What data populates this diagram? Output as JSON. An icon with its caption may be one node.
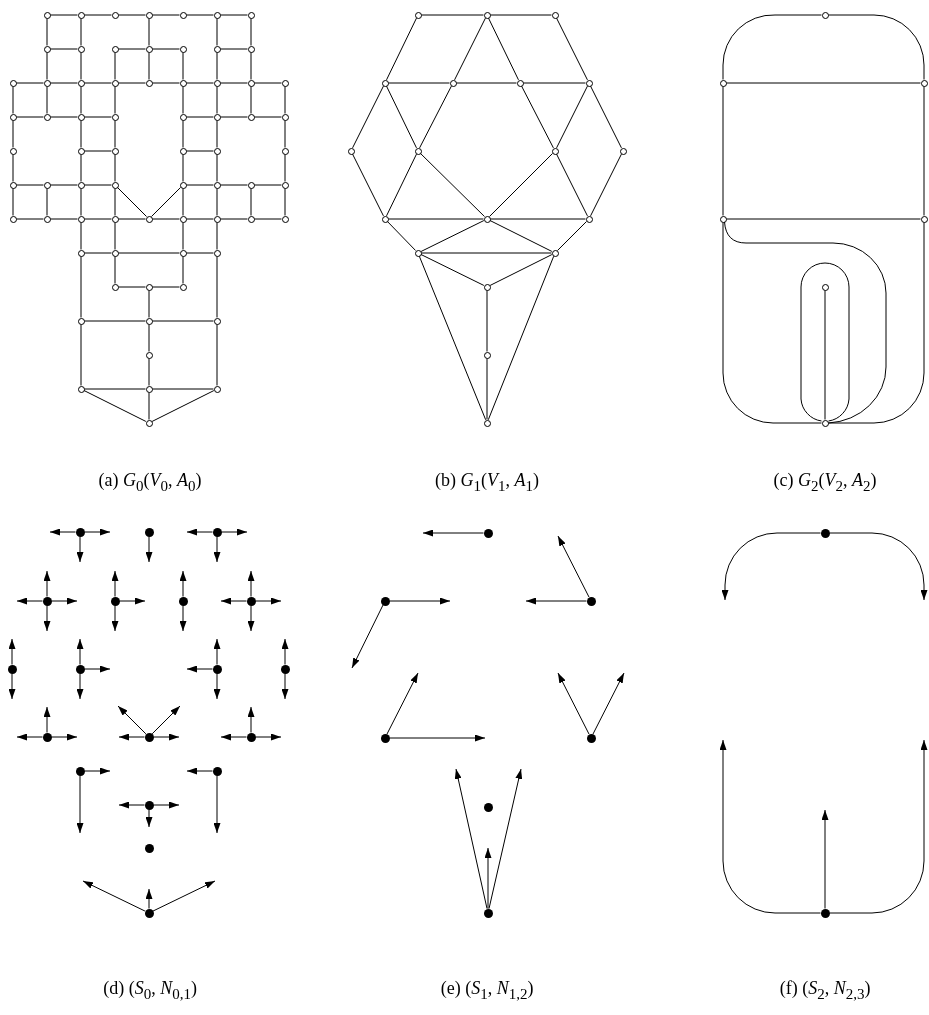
{
  "diagram": {
    "nodes": [
      {
        "text": [],
        "shape": "circle"
      },
      {
        "text": [],
        "shape": "circle"
      },
      {
        "text": [],
        "shape": "circle"
      },
      {
        "text": [],
        "shape": "circle"
      },
      {
        "text": [],
        "shape": "circle"
      },
      {
        "text": [],
        "shape": "circle"
      },
      {
        "text": [],
        "shape": "circle"
      },
      {
        "text": [],
        "shape": "circle"
      },
      {
        "text": [],
        "shape": "circle"
      },
      {
        "text": [],
        "shape": "circle"
      },
      {
        "text": [],
        "shape": "circle"
      },
      {
        "text": [],
        "shape": "circle"
      },
      {
        "text": [],
        "shape": "circle"
      },
      {
        "text": [],
        "shape": "circle"
      },
      {
        "text": [],
        "shape": "circle"
      },
      {
        "text": [],
        "shape": "circle"
      },
      {
        "text": [],
        "shape": "circle"
      },
      {
        "text": [],
        "shape": "circle"
      },
      {
        "text": [],
        "shape": "circle"
      },
      {
        "text": [],
        "shape": "circle"
      },
      {
        "text": [],
        "shape": "circle"
      },
      {
        "text": [],
        "shape": "circle"
      },
      {
        "text": [],
        "shape": "circle"
      },
      {
        "text": [],
        "shape": "circle"
      },
      {
        "text": [],
        "shape": "circle"
      },
      {
        "text": [],
        "shape": "circle"
      },
      {
        "text": [],
        "shape": "circle"
      },
      {
        "text": [],
        "shape": "circle"
      },
      {
        "text": [],
        "shape": "circle"
      },
      {
        "text": [],
        "shape": "circle"
      },
      {
        "text": [],
        "shape": "circle"
      },
      {
        "text": [],
        "shape": "circle"
      },
      {
        "text": [],
        "shape": "circle"
      },
      {
        "text": [],
        "shape": "circle"
      },
      {
        "text": [],
        "shape": "circle"
      },
      {
        "text": [],
        "shape": "circle"
      },
      {
        "text": [],
        "shape": "circle"
      },
      {
        "text": [],
        "shape": "circle"
      },
      {
        "text": [],
        "shape": "circle"
      },
      {
        "text": [],
        "shape": "circle"
      },
      {
        "text": [],
        "shape": "circle"
      },
      {
        "text": [],
        "shape": "circle"
      },
      {
        "text": [],
        "shape": "circle"
      },
      {
        "text": [],
        "shape": "circle"
      },
      {
        "text": [],
        "shape": "circle"
      },
      {
        "text": [],
        "shape": "circle"
      },
      {
        "text": [],
        "shape": "circle"
      },
      {
        "text": [],
        "shape": "circle"
      },
      {
        "text": [],
        "shape": "circle"
      },
      {
        "text": [],
        "shape": "circle"
      },
      {
        "text": [],
        "shape": "circle"
      },
      {
        "text": [],
        "shape": "circle"
      },
      {
        "text": [],
        "shape": "circle"
      },
      {
        "text": [],
        "shape": "circle"
      },
      {
        "text": [],
        "shape": "circle"
      },
      {
        "text": [],
        "shape": "circle"
      },
      {
        "text": [],
        "shape": "circle"
      },
      {
        "text": [],
        "shape": "circle"
      },
      {
        "text": [],
        "shape": "circle"
      },
      {
        "text": [],
        "shape": "circle"
      },
      {
        "text": [],
        "shape": "circle"
      },
      {
        "text": [],
        "shape": "circle"
      },
      {
        "text": [],
        "shape": "circle"
      },
      {
        "text": [],
        "shape": "circle"
      },
      {
        "text": [],
        "shape": "circle"
      },
      {
        "text": [],
        "shape": "circle"
      },
      {
        "text": [],
        "shape": "circle"
      },
      {
        "text": [],
        "shape": "circle"
      },
      {
        "text": [],
        "shape": "circle"
      },
      {
        "text": [],
        "shape": "circle"
      },
      {
        "text": [],
        "shape": "circle"
      },
      {
        "text": [],
        "shape": "circle"
      },
      {
        "text": [],
        "shape": "circle"
      },
      {
        "text": [],
        "shape": "circle"
      },
      {
        "text": [],
        "shape": "circle"
      },
      {
        "text": [],
        "shape": "circle"
      },
      {
        "text": [],
        "shape": "circle"
      },
      {
        "text": [],
        "shape": "circle"
      },
      {
        "text": [],
        "shape": "circle"
      },
      {
        "text": [],
        "shape": "circle"
      },
      {
        "text": [],
        "shape": "circle"
      },
      {
        "text": [],
        "shape": "circle"
      },
      {
        "text": [],
        "shape": "circle"
      },
      {
        "text": [],
        "shape": "circle"
      },
      {
        "text": [],
        "shape": "circle"
      },
      {
        "text": [],
        "shape": "circle"
      },
      {
        "text": [],
        "shape": "circle"
      },
      {
        "text": [],
        "shape": "circle"
      },
      {
        "text": [],
        "shape": "circle"
      },
      {
        "text": [],
        "shape": "circle"
      },
      {
        "text": [],
        "shape": "circle"
      },
      {
        "text": [],
        "shape": "circle"
      },
      {
        "text": [],
        "shape": "circle"
      },
      {
        "text": [],
        "shape": "circle"
      },
      {
        "text": [],
        "shape": "circle"
      },
      {
        "text": [],
        "shape": "dot"
      },
      {
        "text": [],
        "shape": "dot"
      },
      {
        "text": [],
        "shape": "dot"
      },
      {
        "text": [],
        "shape": "dot"
      },
      {
        "text": [],
        "shape": "dot"
      },
      {
        "text": [],
        "shape": "dot"
      },
      {
        "text": [],
        "shape": "dot"
      },
      {
        "text": [],
        "shape": "dot"
      },
      {
        "text": [],
        "shape": "dot"
      },
      {
        "text": [],
        "shape": "dot"
      },
      {
        "text": [],
        "shape": "dot"
      },
      {
        "text": [],
        "shape": "dot"
      },
      {
        "text": [],
        "shape": "dot"
      },
      {
        "text": [],
        "shape": "dot"
      },
      {
        "text": [],
        "shape": "dot"
      },
      {
        "text": [],
        "shape": "dot"
      },
      {
        "text": [],
        "shape": "dot"
      },
      {
        "text": [],
        "shape": "dot"
      },
      {
        "text": [],
        "shape": "dot"
      },
      {
        "text": [],
        "shape": "dot"
      },
      {
        "text": [],
        "shape": "dot"
      },
      {
        "text": [],
        "shape": "dot"
      },
      {
        "text": [],
        "shape": "dot"
      },
      {
        "text": [],
        "shape": "dot"
      },
      {
        "text": [],
        "shape": "dot"
      },
      {
        "text": [],
        "shape": "dot"
      },
      {
        "text": [],
        "shape": "dot"
      },
      {
        "text": [],
        "shape": "dot"
      }
    ],
    "edges": [
      {
        "from": 0,
        "to": 1,
        "arrow": "none"
      },
      {
        "from": 1,
        "to": 2,
        "arrow": "none"
      },
      {
        "from": 2,
        "to": 3,
        "arrow": "none"
      },
      {
        "from": 3,
        "to": 4,
        "arrow": "none"
      },
      {
        "from": 4,
        "to": 5,
        "arrow": "none"
      },
      {
        "from": 5,
        "to": 6,
        "arrow": "none"
      },
      {
        "from": 0,
        "to": 7,
        "arrow": "none"
      },
      {
        "from": 1,
        "to": 8,
        "arrow": "none"
      },
      {
        "from": 3,
        "to": 10,
        "arrow": "none"
      },
      {
        "from": 5,
        "to": 12,
        "arrow": "none"
      },
      {
        "from": 6,
        "to": 13,
        "arrow": "none"
      },
      {
        "from": 7,
        "to": 8,
        "arrow": "none"
      },
      {
        "from": 9,
        "to": 10,
        "arrow": "none"
      },
      {
        "from": 10,
        "to": 11,
        "arrow": "none"
      },
      {
        "from": 12,
        "to": 13,
        "arrow": "none"
      },
      {
        "from": 7,
        "to": 15,
        "arrow": "none"
      },
      {
        "from": 8,
        "to": 16,
        "arrow": "none"
      },
      {
        "from": 9,
        "to": 17,
        "arrow": "none"
      },
      {
        "from": 10,
        "to": 18,
        "arrow": "none"
      },
      {
        "from": 11,
        "to": 19,
        "arrow": "none"
      },
      {
        "from": 12,
        "to": 20,
        "arrow": "none"
      },
      {
        "from": 13,
        "to": 21,
        "arrow": "none"
      },
      {
        "from": 14,
        "to": 15,
        "arrow": "none"
      },
      {
        "from": 15,
        "to": 16,
        "arrow": "none"
      },
      {
        "from": 16,
        "to": 17,
        "arrow": "none"
      },
      {
        "from": 17,
        "to": 18,
        "arrow": "none"
      },
      {
        "from": 18,
        "to": 19,
        "arrow": "none"
      },
      {
        "from": 19,
        "to": 20,
        "arrow": "none"
      },
      {
        "from": 20,
        "to": 21,
        "arrow": "none"
      },
      {
        "from": 21,
        "to": 22,
        "arrow": "none"
      },
      {
        "from": 14,
        "to": 23,
        "arrow": "none"
      },
      {
        "from": 15,
        "to": 24,
        "arrow": "none"
      },
      {
        "from": 16,
        "to": 25,
        "arrow": "none"
      },
      {
        "from": 17,
        "to": 26,
        "arrow": "none"
      },
      {
        "from": 19,
        "to": 27,
        "arrow": "none"
      },
      {
        "from": 20,
        "to": 28,
        "arrow": "none"
      },
      {
        "from": 21,
        "to": 29,
        "arrow": "none"
      },
      {
        "from": 22,
        "to": 30,
        "arrow": "none"
      },
      {
        "from": 23,
        "to": 24,
        "arrow": "none"
      },
      {
        "from": 24,
        "to": 25,
        "arrow": "none"
      },
      {
        "from": 25,
        "to": 26,
        "arrow": "none"
      },
      {
        "from": 27,
        "to": 28,
        "arrow": "none"
      },
      {
        "from": 28,
        "to": 29,
        "arrow": "none"
      },
      {
        "from": 29,
        "to": 30,
        "arrow": "none"
      },
      {
        "from": 23,
        "to": 31,
        "arrow": "none"
      },
      {
        "from": 25,
        "to": 32,
        "arrow": "none"
      },
      {
        "from": 26,
        "to": 33,
        "arrow": "none"
      },
      {
        "from": 27,
        "to": 34,
        "arrow": "none"
      },
      {
        "from": 28,
        "to": 35,
        "arrow": "none"
      },
      {
        "from": 30,
        "to": 36,
        "arrow": "none"
      },
      {
        "from": 32,
        "to": 33,
        "arrow": "none"
      },
      {
        "from": 34,
        "to": 35,
        "arrow": "none"
      },
      {
        "from": 31,
        "to": 37,
        "arrow": "none"
      },
      {
        "from": 32,
        "to": 39,
        "arrow": "none"
      },
      {
        "from": 33,
        "to": 40,
        "arrow": "none"
      },
      {
        "from": 34,
        "to": 41,
        "arrow": "none"
      },
      {
        "from": 35,
        "to": 42,
        "arrow": "none"
      },
      {
        "from": 36,
        "to": 44,
        "arrow": "none"
      },
      {
        "from": 37,
        "to": 38,
        "arrow": "none"
      },
      {
        "from": 38,
        "to": 39,
        "arrow": "none"
      },
      {
        "from": 39,
        "to": 40,
        "arrow": "none"
      },
      {
        "from": 41,
        "to": 42,
        "arrow": "none"
      },
      {
        "from": 42,
        "to": 43,
        "arrow": "none"
      },
      {
        "from": 43,
        "to": 44,
        "arrow": "none"
      },
      {
        "from": 40,
        "to": 49,
        "arrow": "none"
      },
      {
        "from": 41,
        "to": 49,
        "arrow": "none"
      },
      {
        "from": 37,
        "to": 45,
        "arrow": "none"
      },
      {
        "from": 38,
        "to": 46,
        "arrow": "none"
      },
      {
        "from": 39,
        "to": 47,
        "arrow": "none"
      },
      {
        "from": 40,
        "to": 48,
        "arrow": "none"
      },
      {
        "from": 41,
        "to": 50,
        "arrow": "none"
      },
      {
        "from": 42,
        "to": 51,
        "arrow": "none"
      },
      {
        "from": 43,
        "to": 52,
        "arrow": "none"
      },
      {
        "from": 44,
        "to": 53,
        "arrow": "none"
      },
      {
        "from": 45,
        "to": 46,
        "arrow": "none"
      },
      {
        "from": 46,
        "to": 47,
        "arrow": "none"
      },
      {
        "from": 47,
        "to": 48,
        "arrow": "none"
      },
      {
        "from": 48,
        "to": 49,
        "arrow": "none"
      },
      {
        "from": 49,
        "to": 50,
        "arrow": "none"
      },
      {
        "from": 50,
        "to": 51,
        "arrow": "none"
      },
      {
        "from": 51,
        "to": 52,
        "arrow": "none"
      },
      {
        "from": 52,
        "to": 53,
        "arrow": "none"
      },
      {
        "from": 47,
        "to": 54,
        "arrow": "none"
      },
      {
        "from": 48,
        "to": 55,
        "arrow": "none"
      },
      {
        "from": 50,
        "to": 56,
        "arrow": "none"
      },
      {
        "from": 51,
        "to": 57,
        "arrow": "none"
      },
      {
        "from": 54,
        "to": 55,
        "arrow": "none"
      },
      {
        "from": 55,
        "to": 56,
        "arrow": "none"
      },
      {
        "from": 56,
        "to": 57,
        "arrow": "none"
      },
      {
        "from": 55,
        "to": 58,
        "arrow": "none"
      },
      {
        "from": 56,
        "to": 60,
        "arrow": "none"
      },
      {
        "from": 54,
        "to": 61,
        "arrow": "none"
      },
      {
        "from": 57,
        "to": 63,
        "arrow": "none"
      },
      {
        "from": 58,
        "to": 59,
        "arrow": "none"
      },
      {
        "from": 59,
        "to": 60,
        "arrow": "none"
      },
      {
        "from": 59,
        "to": 62,
        "arrow": "none"
      },
      {
        "from": 61,
        "to": 62,
        "arrow": "none"
      },
      {
        "from": 62,
        "to": 63,
        "arrow": "none"
      },
      {
        "from": 61,
        "to": 65,
        "arrow": "none"
      },
      {
        "from": 62,
        "to": 64,
        "arrow": "none"
      },
      {
        "from": 63,
        "to": 67,
        "arrow": "none"
      },
      {
        "from": 64,
        "to": 66,
        "arrow": "none"
      },
      {
        "from": 65,
        "to": 66,
        "arrow": "none"
      },
      {
        "from": 66,
        "to": 67,
        "arrow": "none"
      },
      {
        "from": 65,
        "to": 68,
        "arrow": "none"
      },
      {
        "from": 66,
        "to": 68,
        "arrow": "none"
      },
      {
        "from": 67,
        "to": 68,
        "arrow": "none"
      },
      {
        "from": 69,
        "to": 70,
        "arrow": "none"
      },
      {
        "from": 70,
        "to": 71,
        "arrow": "none"
      },
      {
        "from": 69,
        "to": 72,
        "arrow": "none"
      },
      {
        "from": 70,
        "to": 73,
        "arrow": "none"
      },
      {
        "from": 70,
        "to": 74,
        "arrow": "none"
      },
      {
        "from": 71,
        "to": 75,
        "arrow": "none"
      },
      {
        "from": 72,
        "to": 73,
        "arrow": "none"
      },
      {
        "from": 73,
        "to": 74,
        "arrow": "none"
      },
      {
        "from": 74,
        "to": 75,
        "arrow": "none"
      },
      {
        "from": 72,
        "to": 76,
        "arrow": "none"
      },
      {
        "from": 72,
        "to": 77,
        "arrow": "none"
      },
      {
        "from": 73,
        "to": 77,
        "arrow": "none"
      },
      {
        "from": 74,
        "to": 78,
        "arrow": "none"
      },
      {
        "from": 75,
        "to": 78,
        "arrow": "none"
      },
      {
        "from": 75,
        "to": 79,
        "arrow": "none"
      },
      {
        "from": 76,
        "to": 80,
        "arrow": "none"
      },
      {
        "from": 77,
        "to": 80,
        "arrow": "none"
      },
      {
        "from": 77,
        "to": 81,
        "arrow": "none"
      },
      {
        "from": 78,
        "to": 81,
        "arrow": "none"
      },
      {
        "from": 78,
        "to": 82,
        "arrow": "none"
      },
      {
        "from": 79,
        "to": 82,
        "arrow": "none"
      },
      {
        "from": 80,
        "to": 81,
        "arrow": "none"
      },
      {
        "from": 81,
        "to": 82,
        "arrow": "none"
      },
      {
        "from": 80,
        "to": 83,
        "arrow": "none"
      },
      {
        "from": 82,
        "to": 84,
        "arrow": "none"
      },
      {
        "from": 81,
        "to": 83,
        "arrow": "none"
      },
      {
        "from": 81,
        "to": 84,
        "arrow": "none"
      },
      {
        "from": 83,
        "to": 84,
        "arrow": "none"
      },
      {
        "from": 83,
        "to": 85,
        "arrow": "none"
      },
      {
        "from": 84,
        "to": 85,
        "arrow": "none"
      },
      {
        "from": 83,
        "to": 87,
        "arrow": "none"
      },
      {
        "from": 84,
        "to": 87,
        "arrow": "none"
      },
      {
        "from": 85,
        "to": 86,
        "arrow": "none"
      },
      {
        "from": 86,
        "to": 87,
        "arrow": "none"
      },
      {
        "from": 88,
        "to": 89,
        "arrow": "none"
      },
      {
        "from": 88,
        "to": 90,
        "arrow": "none"
      },
      {
        "from": 89,
        "to": 90,
        "arrow": "none"
      },
      {
        "from": 89,
        "to": 91,
        "arrow": "none"
      },
      {
        "from": 90,
        "to": 92,
        "arrow": "none"
      },
      {
        "from": 91,
        "to": 92,
        "arrow": "none"
      },
      {
        "from": 91,
        "to": 94,
        "arrow": "none"
      },
      {
        "from": 92,
        "to": 94,
        "arrow": "none"
      },
      {
        "from": 91,
        "to": 94,
        "arrow": "none"
      },
      {
        "from": 93,
        "to": 94,
        "arrow": "none"
      },
      {
        "from": 94,
        "to": 94,
        "arrow": "none"
      },
      {
        "from": 95,
        "to": null,
        "arrow": "to"
      },
      {
        "from": 95,
        "to": null,
        "arrow": "to"
      },
      {
        "from": 95,
        "to": null,
        "arrow": "to"
      },
      {
        "from": 96,
        "to": null,
        "arrow": "to"
      },
      {
        "from": 97,
        "to": null,
        "arrow": "to"
      },
      {
        "from": 97,
        "to": null,
        "arrow": "to"
      },
      {
        "from": 97,
        "to": null,
        "arrow": "to"
      },
      {
        "from": 98,
        "to": null,
        "arrow": "to"
      },
      {
        "from": 98,
        "to": null,
        "arrow": "to"
      },
      {
        "from": 98,
        "to": null,
        "arrow": "to"
      },
      {
        "from": 98,
        "to": null,
        "arrow": "to"
      },
      {
        "from": 99,
        "to": null,
        "arrow": "to"
      },
      {
        "from": 99,
        "to": null,
        "arrow": "to"
      },
      {
        "from": 99,
        "to": null,
        "arrow": "to"
      },
      {
        "from": 100,
        "to": null,
        "arrow": "to"
      },
      {
        "from": 100,
        "to": null,
        "arrow": "to"
      },
      {
        "from": 101,
        "to": null,
        "arrow": "to"
      },
      {
        "from": 101,
        "to": null,
        "arrow": "to"
      },
      {
        "from": 101,
        "to": null,
        "arrow": "to"
      },
      {
        "from": 101,
        "to": null,
        "arrow": "to"
      },
      {
        "from": 102,
        "to": null,
        "arrow": "to"
      },
      {
        "from": 102,
        "to": null,
        "arrow": "to"
      },
      {
        "from": 103,
        "to": null,
        "arrow": "to"
      },
      {
        "from": 103,
        "to": null,
        "arrow": "to"
      },
      {
        "from": 103,
        "to": null,
        "arrow": "to"
      },
      {
        "from": 104,
        "to": null,
        "arrow": "to"
      },
      {
        "from": 104,
        "to": null,
        "arrow": "to"
      },
      {
        "from": 104,
        "to": null,
        "arrow": "to"
      },
      {
        "from": 105,
        "to": null,
        "arrow": "to"
      },
      {
        "from": 105,
        "to": null,
        "arrow": "to"
      },
      {
        "from": 106,
        "to": null,
        "arrow": "to"
      },
      {
        "from": 106,
        "to": null,
        "arrow": "to"
      },
      {
        "from": 106,
        "to": null,
        "arrow": "to"
      },
      {
        "from": 107,
        "to": null,
        "arrow": "to"
      },
      {
        "from": 107,
        "to": null,
        "arrow": "to"
      },
      {
        "from": 107,
        "to": null,
        "arrow": "to"
      },
      {
        "from": 107,
        "to": null,
        "arrow": "to"
      },
      {
        "from": 108,
        "to": null,
        "arrow": "to"
      },
      {
        "from": 108,
        "to": null,
        "arrow": "to"
      },
      {
        "from": 108,
        "to": null,
        "arrow": "to"
      },
      {
        "from": 109,
        "to": null,
        "arrow": "to"
      },
      {
        "from": 109,
        "to": null,
        "arrow": "to"
      },
      {
        "from": 110,
        "to": null,
        "arrow": "to"
      },
      {
        "from": 110,
        "to": null,
        "arrow": "to"
      },
      {
        "from": 111,
        "to": null,
        "arrow": "to"
      },
      {
        "from": 111,
        "to": null,
        "arrow": "to"
      },
      {
        "from": 111,
        "to": null,
        "arrow": "to"
      },
      {
        "from": 113,
        "to": null,
        "arrow": "to"
      },
      {
        "from": 113,
        "to": null,
        "arrow": "to"
      },
      {
        "from": 113,
        "to": null,
        "arrow": "to"
      },
      {
        "from": 114,
        "to": null,
        "arrow": "to"
      },
      {
        "from": 115,
        "to": null,
        "arrow": "to"
      },
      {
        "from": 115,
        "to": null,
        "arrow": "to"
      },
      {
        "from": 116,
        "to": null,
        "arrow": "to"
      },
      {
        "from": 116,
        "to": null,
        "arrow": "to"
      },
      {
        "from": 117,
        "to": null,
        "arrow": "to"
      },
      {
        "from": 117,
        "to": null,
        "arrow": "to"
      },
      {
        "from": 118,
        "to": null,
        "arrow": "to"
      },
      {
        "from": 118,
        "to": null,
        "arrow": "to"
      },
      {
        "from": 120,
        "to": null,
        "arrow": "to"
      },
      {
        "from": 120,
        "to": null,
        "arrow": "to"
      },
      {
        "from": 120,
        "to": null,
        "arrow": "to"
      },
      {
        "from": 121,
        "to": null,
        "arrow": "to"
      },
      {
        "from": 121,
        "to": null,
        "arrow": "to"
      },
      {
        "from": 122,
        "to": null,
        "arrow": "to"
      },
      {
        "from": 122,
        "to": null,
        "arrow": "to"
      },
      {
        "from": 122,
        "to": null,
        "arrow": "to"
      }
    ],
    "labels": [
      "(a) *G*$_{0}$(*V*$_{0}$, *A*$_{0}$)",
      "(b) *G*$_{1}$(*V*$_{1}$, *A*$_{1}$)",
      "(c) *G*$_{2}$(*V*$_{2}$, *A*$_{2}$)",
      "(d) (*S*$_{0}$, *N*$_{0,1}$)",
      "(e) (*S*$_{1}$, *N*$_{1,2}$)",
      "(f) (*S*$_{2}$, *N*$_{2,3}$)"
    ]
  }
}
